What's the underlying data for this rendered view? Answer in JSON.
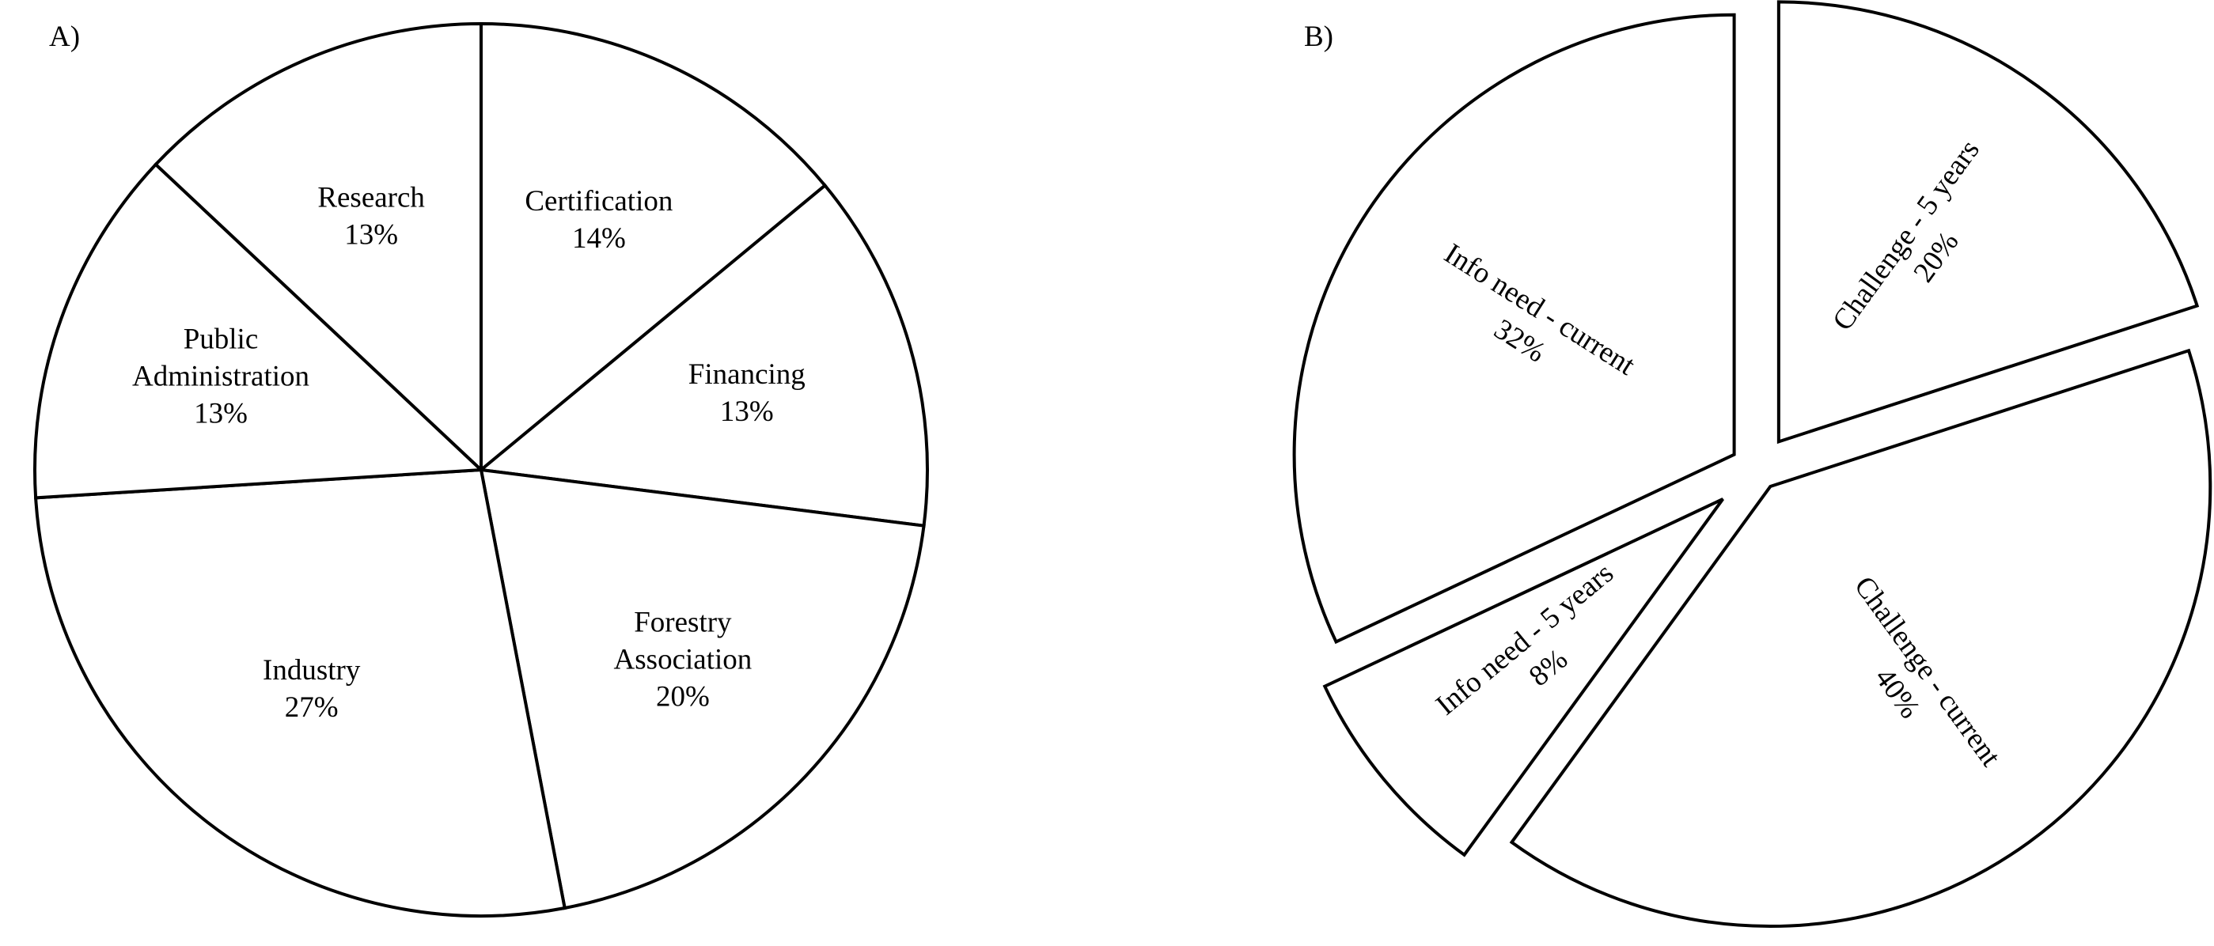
{
  "chart_data": [
    {
      "type": "pie",
      "panel_label": "A)",
      "slices": [
        {
          "label": [
            "Certification"
          ],
          "percent_label": "14%",
          "value": 14
        },
        {
          "label": [
            "Financing"
          ],
          "percent_label": "13%",
          "value": 13
        },
        {
          "label": [
            "Forestry",
            "Association"
          ],
          "percent_label": "20%",
          "value": 20
        },
        {
          "label": [
            "Industry"
          ],
          "percent_label": "27%",
          "value": 27
        },
        {
          "label": [
            "Public",
            "Administration"
          ],
          "percent_label": "13%",
          "value": 13
        },
        {
          "label": [
            "Research"
          ],
          "percent_label": "13%",
          "value": 13
        }
      ],
      "exploded": false
    },
    {
      "type": "pie",
      "panel_label": "B)",
      "slices": [
        {
          "label": [
            "Challenge - 5 years"
          ],
          "percent_label": "20%",
          "value": 20
        },
        {
          "label": [
            "Challenge - current"
          ],
          "percent_label": "40%",
          "value": 40
        },
        {
          "label": [
            "Info need - 5 years"
          ],
          "percent_label": "8%",
          "value": 8
        },
        {
          "label": [
            "Info need - current"
          ],
          "percent_label": "32%",
          "value": 32
        }
      ],
      "exploded": true,
      "labels_rotated": true
    }
  ]
}
